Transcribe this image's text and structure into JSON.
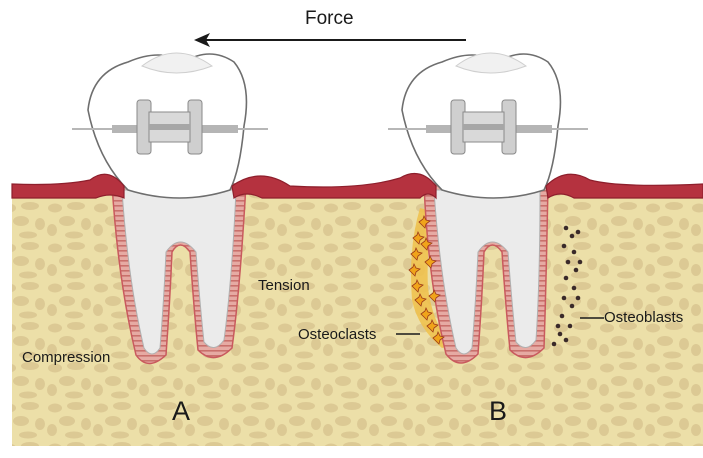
{
  "figure": {
    "force_label": "Force",
    "labels": {
      "compression": "Compression",
      "tension": "Tension",
      "osteoclasts": "Osteoclasts",
      "osteoblasts": "Osteoblasts",
      "panel_a": "A",
      "panel_b": "B"
    },
    "colors": {
      "bone": "#ecdfa8",
      "bone_pore": "#dcc994",
      "gum": "#b5323f",
      "gum_dark": "#8e1f2c",
      "ligament": "#e3a19b",
      "root": "#ebebeb",
      "crown": "#ffffff",
      "bracket": "#c9c9c9",
      "osteoclast": "#f0a41a",
      "osteoblast": "#3a2a2a"
    }
  }
}
